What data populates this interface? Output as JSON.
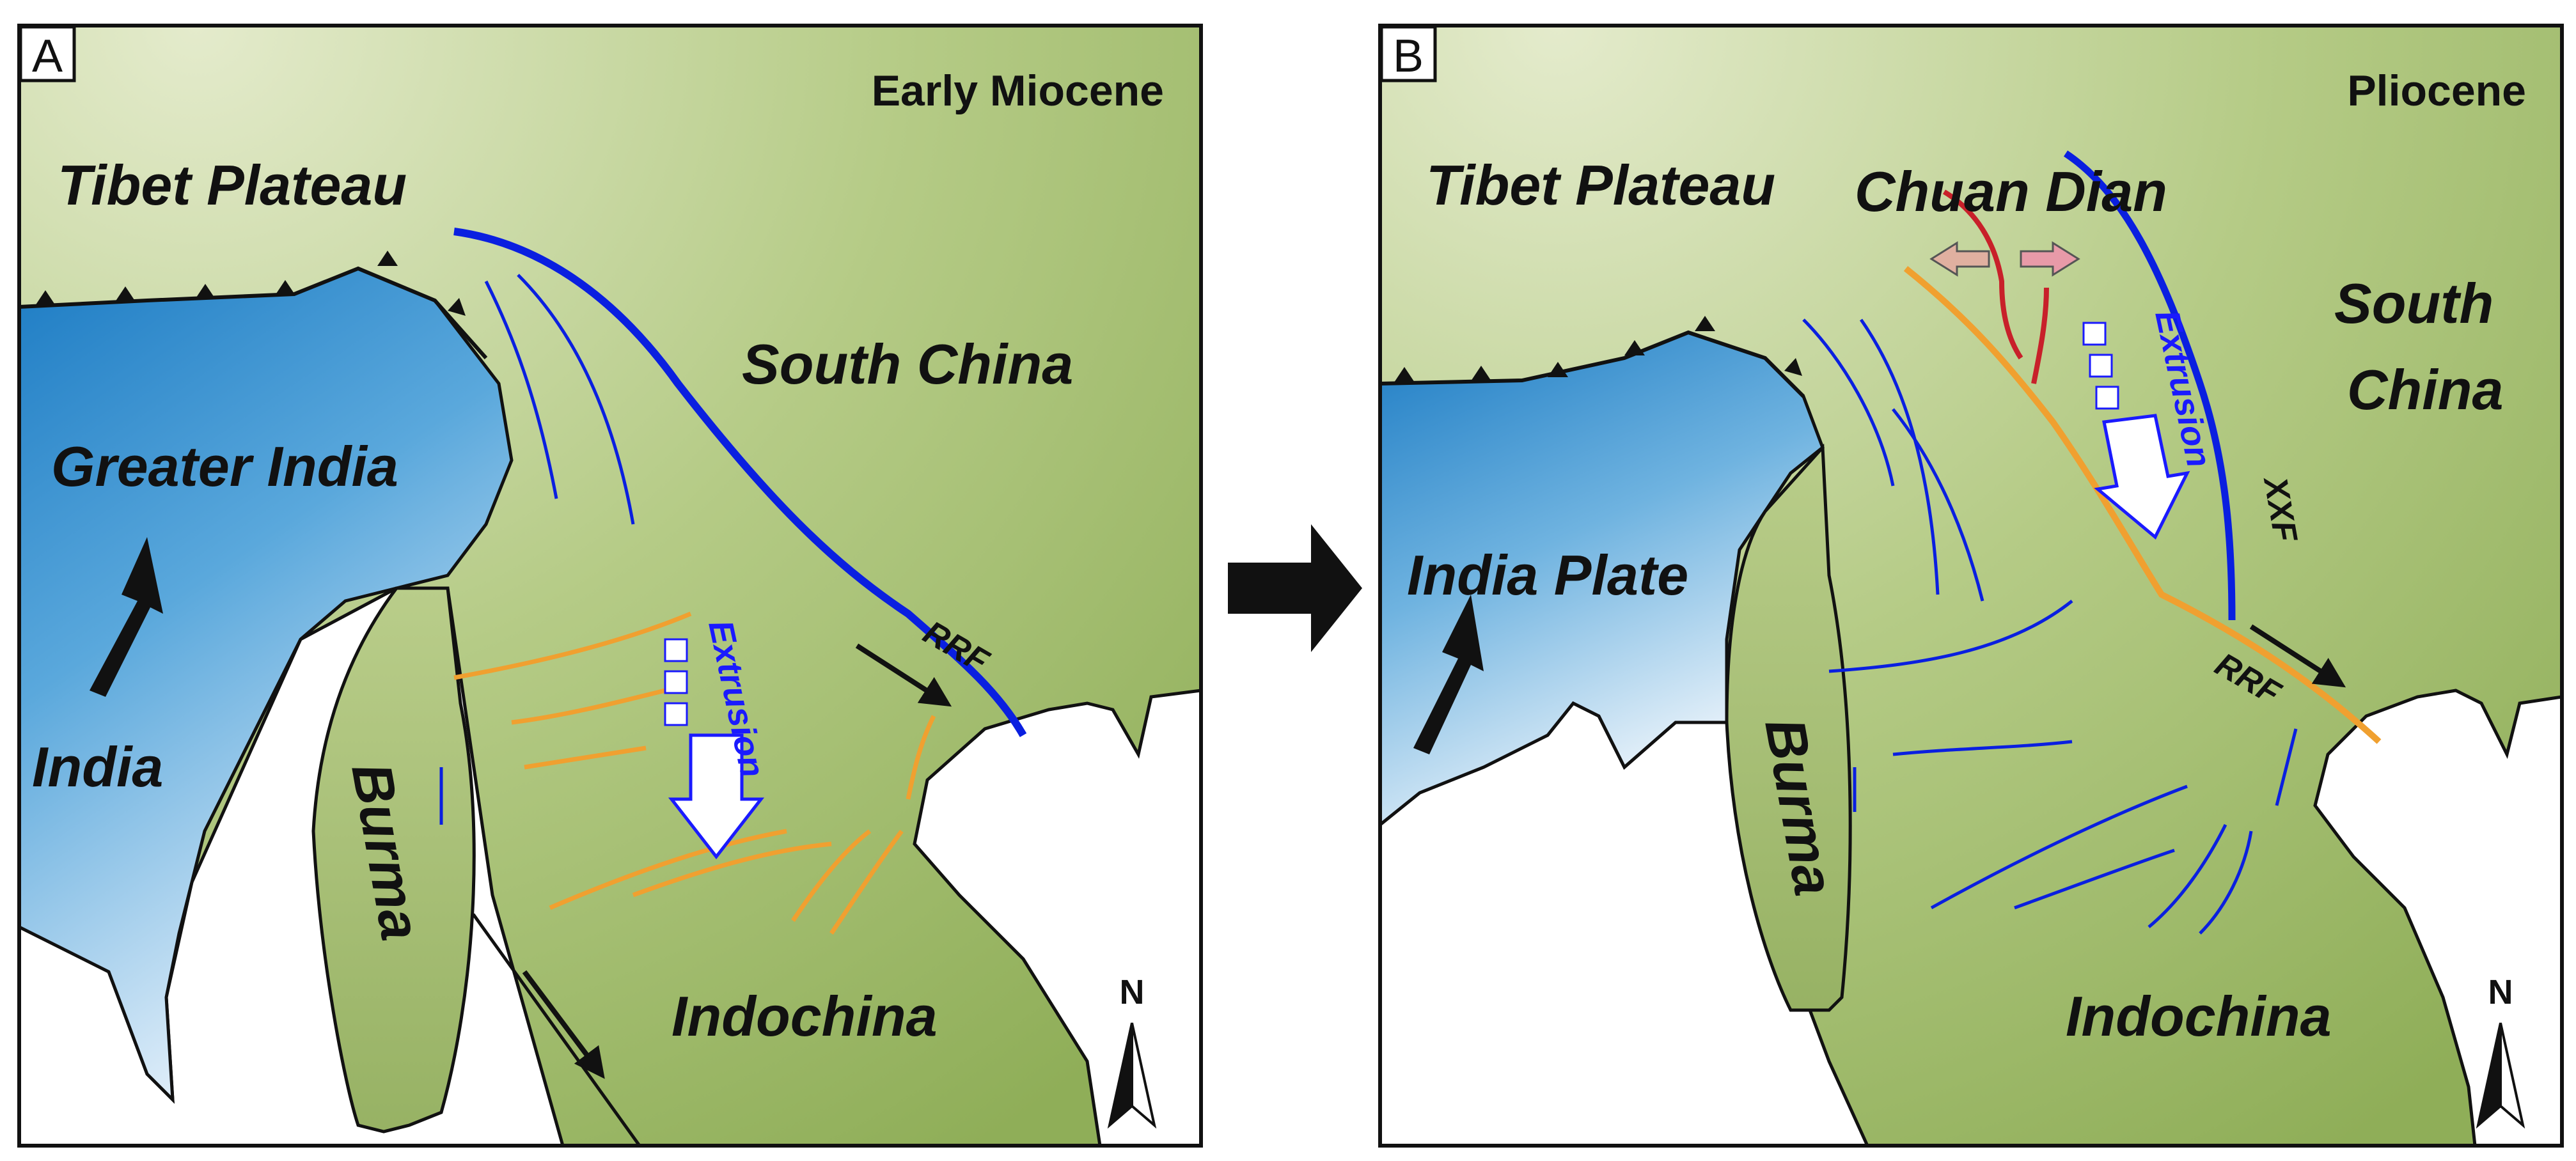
{
  "panels": [
    {
      "letter": "A",
      "age": "Early Miocene",
      "regions": {
        "tibet": "Tibet Plateau",
        "south_china": "South China",
        "india_block": "Greater India",
        "india": "India",
        "burma": "Burma",
        "indochina": "Indochina"
      },
      "extrusion": "Extrusion",
      "fault_rrf": "RRF",
      "north": "N"
    },
    {
      "letter": "B",
      "age": "Pliocene",
      "regions": {
        "tibet": "Tibet Plateau",
        "chuan_dian": "Chuan Dian",
        "south_china_1": "South",
        "south_china_2": "China",
        "india_block": "India Plate",
        "burma": "Burma",
        "indochina": "Indochina"
      },
      "extrusion": "Extrusion",
      "fault_xxf": "XXF",
      "fault_rrf": "RRF",
      "north": "N"
    }
  ],
  "colors": {
    "land_green": "#a9c078",
    "ocean_blue": "#2f8fd0",
    "fault_blue": "#0a1fe0",
    "fault_orange": "#f0a030",
    "fault_red": "#c8202a",
    "frame": "#111111"
  }
}
